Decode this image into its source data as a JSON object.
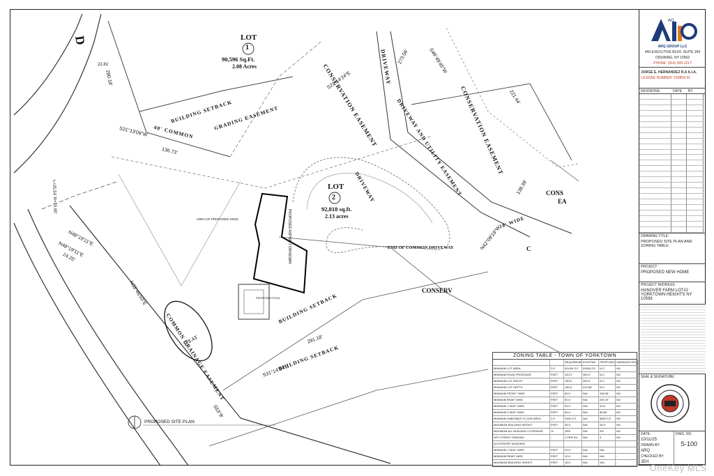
{
  "lot1": {
    "title": "LOT",
    "num": "1",
    "area_sqft": "90,596 Sq.Ft.",
    "area_acres": "2.08 Acres"
  },
  "lot2": {
    "title": "LOT",
    "num": "2",
    "area_sqft": "92,818 sq.ft.",
    "area_acres": "2.13 acres"
  },
  "labels": {
    "conservation_easement_a": "CONSERVATION EASEMENT",
    "conservation_easement_b": "CONSERVATION EASEMENT",
    "driveway_utility": "DRIVEWAY AND UTILITY EASEMENT",
    "building_setback_a": "BUILDING SETBACK",
    "building_setback_b": "BUILDING SETBACK",
    "building_setback_c": "BUILDING SETBACK",
    "grading_easement": "GRADING EASEMENT",
    "common_40": "40' COMMON",
    "driveway_a": "DRIVEWAY",
    "driveway_b": "DRIVEWAY",
    "end_common": "END OF COMMON DRIVEWAY",
    "wide_18": "18' WIDE",
    "common_drainage": "COMMON DRAINAGE EASEMENT",
    "proposed_asphalt": "PROPOSED ASPHALT DRIVEWAY",
    "area_proposed_ssds": "AREA OF PROPOSED SSDS",
    "proposed_pool": "PROPOSED POOL",
    "cons_fragment": "CONS",
    "ea_fragment": "EA",
    "conserv_fragment": "CONSERV",
    "c_fragment": "C",
    "road_d": "D",
    "proposed_site_plan": "PROPOSED SITE PLAN"
  },
  "bearings": {
    "b1": "S21°13'09\"W",
    "d1": "136.73'",
    "b2": "S21°14'24\"E",
    "b3": "S48°49'45\"W",
    "d3": "221.44'",
    "d4": "273.56'",
    "d5": "138.39'",
    "b6": "N42°09'19\"W",
    "b7": "N48°19'11\"E",
    "b8": "N48°19'11\"E",
    "d8": "24.25'",
    "b9": "N33°46'50\"E",
    "d9": "178.43'",
    "b10": "S31°14'24\"E",
    "d10": "291.18'",
    "b11": "S53°8'",
    "d11": "280.18'",
    "arc": "L=25.54' R=15.00'",
    "d12": "22.81'"
  },
  "titleblock": {
    "company": "ARQ GROUP LLC",
    "logo": "AQ",
    "address1": "460 EXECUTIVE BLVD, SUITE 204",
    "address2": "OSSINING, NY 10562",
    "phone": "PHONE: (914) 909-1217",
    "architect": "JORGE E. HERNANDEZ R.A A.I.A.",
    "license": "LICENSE NUMBER: 018854-01",
    "revisions_head": [
      "REVISIONS",
      "DATE",
      "BY"
    ],
    "drawing_title_label": "DRAWING TITLE:",
    "drawing_title": "PROPOSED SITE PLAN AND ZONING TABLE",
    "project_label": "PROJECT:",
    "project": "PROPOSED NEW HOME",
    "project_address_label": "PROJECT ADDRESS:",
    "project_address": "HANOVER FARM LOT#2 YORKTOWN HEIGHTS NY 10598",
    "seal_label": "SEAL & SIGNATURE:",
    "date_label": "DATE:",
    "date": "10/11/25",
    "dwg_no_label": "DWG. NO.",
    "dwg_no": "S-100",
    "drawn_by_label": "DRAWN BY:",
    "drawn_by": "ARQ",
    "checked_label": "CHECKED BY:",
    "checked": "JEH"
  },
  "zoning": {
    "title": "ZONING TABLE - TOWN OF YORKTOWN",
    "header": [
      "",
      "",
      "REQUIREMENTS",
      "EXISTING",
      "PROPOSED",
      "VARIANCE REQUESTED"
    ],
    "rows": [
      [
        "MINIMUM LOT AREA",
        "S.F.",
        "40,000 S.F.",
        "92818 S.F.",
        "N.C.",
        "NO"
      ],
      [
        "MINIMUM ROAD FRONTAGE",
        "FEET",
        "150.0'",
        "350.0'",
        "N.C.",
        "NO"
      ],
      [
        "MINIMUM LOT WIDTH",
        "FEET",
        "150.0'",
        "350.0'",
        "N.C.",
        "NO"
      ],
      [
        "MINIMUM LOT DEPTH",
        "FEET",
        "150.0'",
        "413.58'",
        "N.C.",
        "NO"
      ],
      [
        "MINIMUM FRONT YARD",
        "FEET",
        "50.0'",
        "N/A",
        "136.39'",
        "NO"
      ],
      [
        "MINIMUM REAR YARD",
        "FEET",
        "50.0'",
        "N/A",
        "290.19'",
        "NO"
      ],
      [
        "MINIMUM 1 SIDE YARD",
        "FEET",
        "30.0'",
        "N/A",
        "42.8'",
        "NO"
      ],
      [
        "MINIMUM 2 SIDE YARD",
        "FEET",
        "60.0'",
        "N/A",
        "89.66'",
        "NO"
      ],
      [
        "MINIMUM HABITABLE FLOOR AREA",
        "S.F.",
        "2000 S.F.",
        "N/A",
        "5800 S.F.",
        "NO"
      ],
      [
        "MAXIMUM BUILDING HEIGHT",
        "FEET",
        "35.0'",
        "N/A",
        "28.9'",
        "NO"
      ],
      [
        "MAXIMUM ALL BUILDING COVERAGE",
        "%",
        "15%",
        "N/A",
        "4%",
        "NO"
      ],
      [
        "OFF-STREET PARKING",
        "-",
        "1 PER DU",
        "N/A",
        "3",
        "NO"
      ],
      [
        "ACCESSORY BUILDING",
        "",
        "",
        "",
        "",
        ""
      ],
      [
        "MINIMUM 1 SIDE YARD",
        "FEET",
        "20.0'",
        "N/A",
        "N/A",
        "-"
      ],
      [
        "MINIMUM REAR YARD",
        "FEET",
        "10.0'",
        "N/A",
        "N/A",
        "-"
      ],
      [
        "MAXIMUM BUILDING HEIGHT",
        "FEET",
        "15.0'",
        "N/A",
        "N/A",
        "-"
      ]
    ]
  },
  "watermark": "OneKey MLS"
}
